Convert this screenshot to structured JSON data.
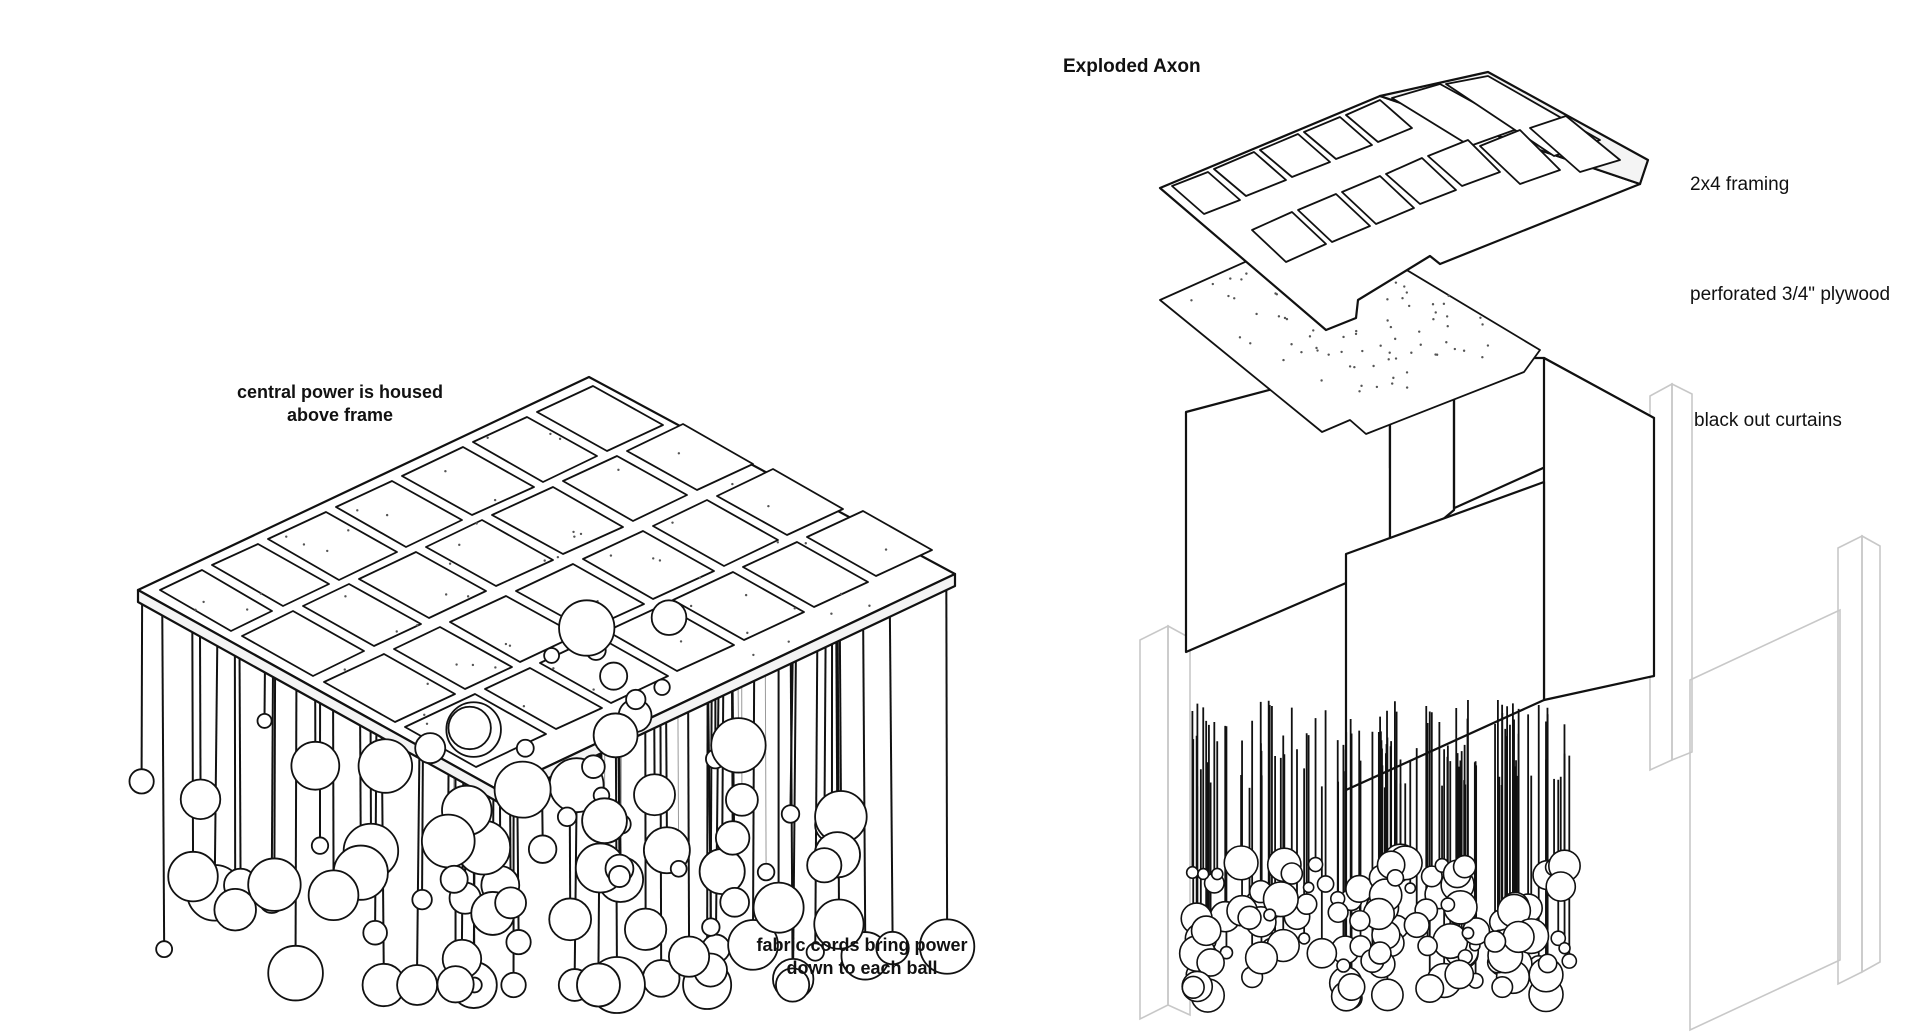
{
  "title": "Exploded Axon",
  "notes": {
    "central_power": [
      "central power is housed",
      "above frame"
    ],
    "fabric_cords": [
      "fabric cords bring power",
      "down to each ball"
    ]
  },
  "layers": {
    "framing": "2x4 framing",
    "plywood": "perforated 3/4\" plywood",
    "curtains": "black out curtains"
  },
  "colors": {
    "ink": "#111111",
    "ghost": "#c8c8c8",
    "dot": "#555555"
  }
}
